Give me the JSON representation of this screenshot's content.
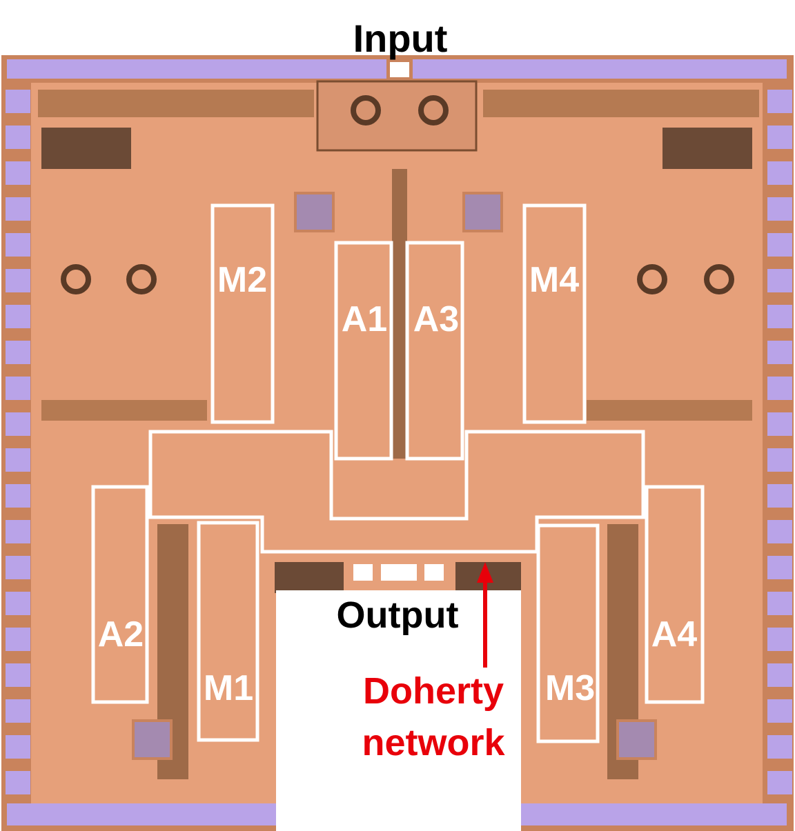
{
  "labels": {
    "input": "Input",
    "output": "Output",
    "doherty_line1": "Doherty",
    "doherty_line2": "network"
  },
  "blocks": [
    "M2",
    "A1",
    "A3",
    "M4",
    "A2",
    "M1",
    "M3",
    "A4"
  ],
  "colors": {
    "die": "#e8a27c",
    "die_dark": "#8a5a3a",
    "pad": "#b9a3e8",
    "annotation": "#ffffff",
    "highlight": "#e8000a"
  }
}
